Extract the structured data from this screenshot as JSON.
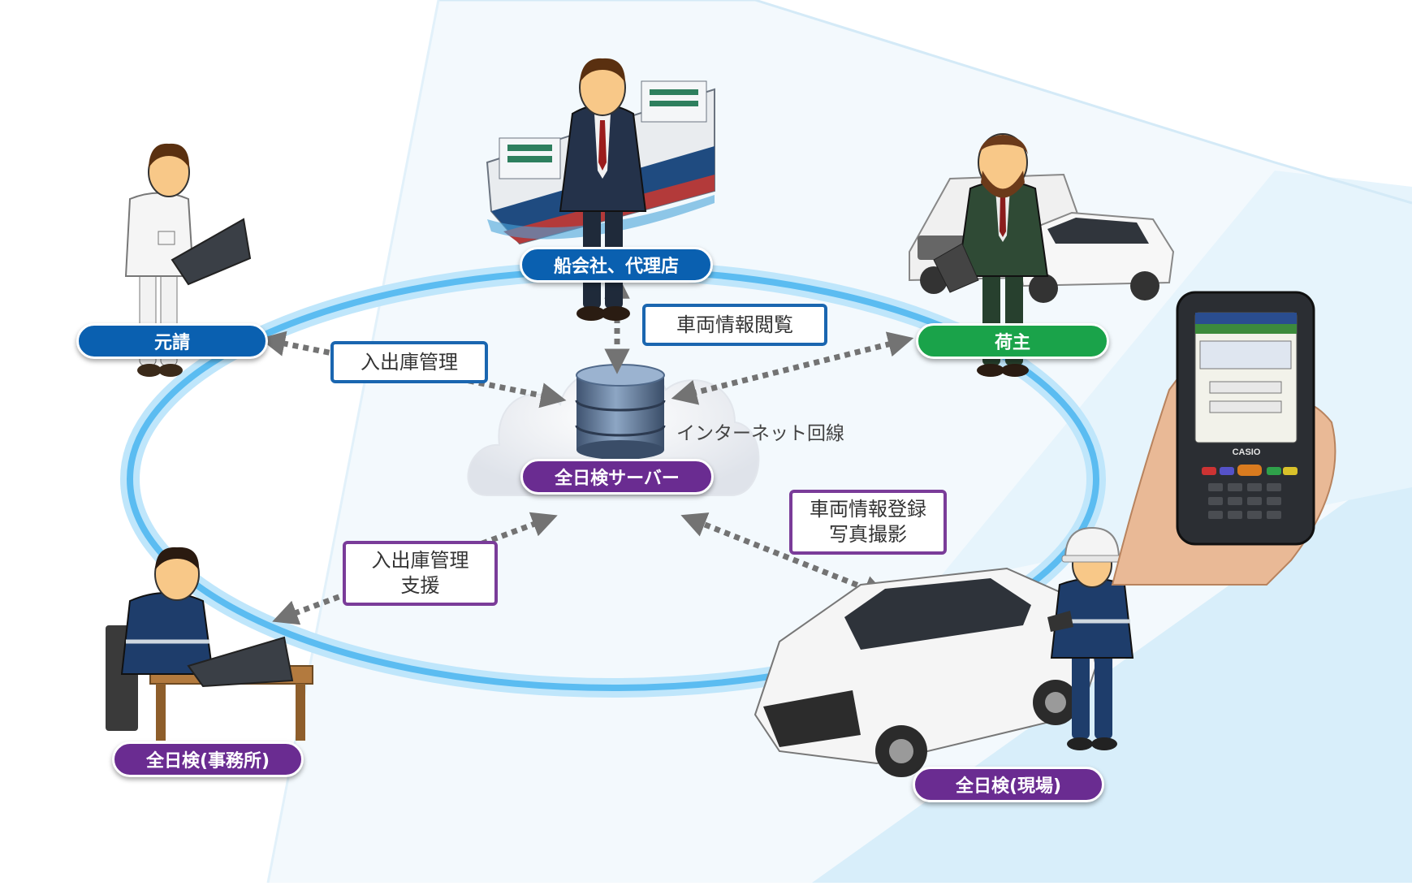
{
  "colors": {
    "blue": "#0a60b0",
    "green": "#1aa34a",
    "purple": "#6a2c91",
    "ring": "#6cc3f2"
  },
  "nodes": {
    "shipping": "船会社、代理店",
    "contractor": "元請",
    "shipper": "荷主",
    "server": "全日検サーバー",
    "office": "全日検(事務所)",
    "site": "全日検(現場)"
  },
  "labels": {
    "vehicle_view": "車両情報閲覧",
    "inout_mgmt": "入出庫管理",
    "inout_support_1": "入出庫管理",
    "inout_support_2": "支援",
    "register_1": "車両情報登録",
    "register_2": "写真撮影",
    "internet": "インターネット回線"
  },
  "device": {
    "brand": "CASIO"
  }
}
